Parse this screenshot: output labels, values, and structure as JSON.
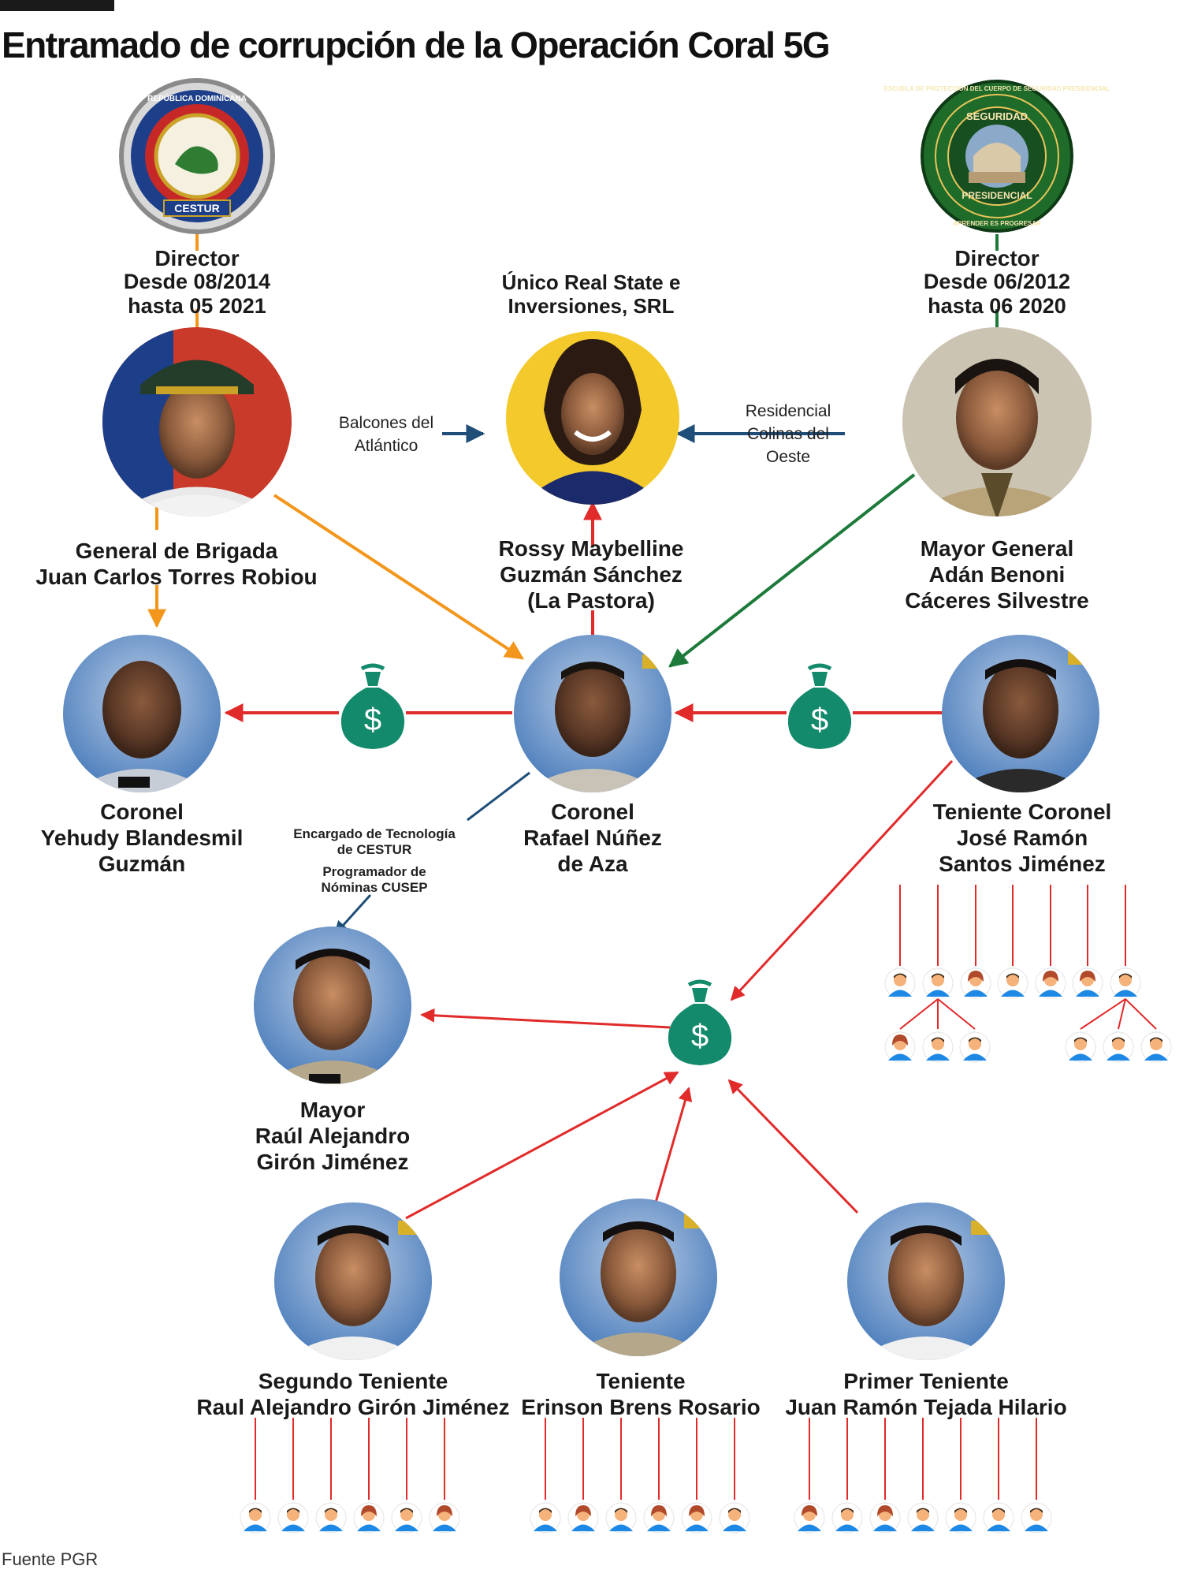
{
  "title": "Entramado de corrupción de la Operación Coral 5G",
  "source": "Fuente PGR",
  "colors": {
    "orange": "#f3961c",
    "red": "#e12a2a",
    "blue": "#1f4e79",
    "green": "#1d7a3a",
    "money": "#138a6c"
  },
  "icons": [
    "cestur-seal-icon",
    "seguridad-presidencial-seal-icon",
    "money-bag-icon",
    "person-icon"
  ],
  "logos": {
    "cestur": {
      "ring_top": "REPÚBLICA DOMINICANA",
      "banner": "CESTUR"
    },
    "seguridad": {
      "ring": "ESCUELA DE PROTECCIÓN DEL CUERPO DE SEGURIDAD PRESIDENCIAL",
      "arc_top": "SEGURIDAD",
      "arc_bottom": "PRESIDENCIAL",
      "motto": "APRENDER ES PROGRESAR"
    }
  },
  "directors": {
    "left": {
      "role": "Director",
      "from": "Desde 08/2014",
      "to": "hasta 05 2021"
    },
    "right": {
      "role": "Director",
      "from": "Desde 06/2012",
      "to": "hasta 06 2020"
    }
  },
  "company": {
    "line1": "Único Real State e",
    "line2": "Inversiones, SRL"
  },
  "links": {
    "left_property": {
      "line1": "Balcones del",
      "line2": "Atlántico"
    },
    "right_property": {
      "line1": "Residencial",
      "line2": "Colinas del",
      "line3": "Oeste"
    },
    "role_tech": {
      "line1": "Encargado de Tecnología",
      "line2": "de CESTUR",
      "line3": "Programador de",
      "line4": "Nóminas CUSEP"
    }
  },
  "people": {
    "torres": {
      "line1": "General de Brigada",
      "line2": "Juan Carlos Torres Robiou"
    },
    "rossy": {
      "line1": "Rossy Maybelline",
      "line2": "Guzmán Sánchez",
      "line3": "(La Pastora)"
    },
    "caceres": {
      "line1": "Mayor General",
      "line2": "Adán Benoni",
      "line3": "Cáceres Silvestre"
    },
    "blandesmil": {
      "line1": "Coronel",
      "line2": "Yehudy Blandesmil",
      "line3": "Guzmán"
    },
    "nunez": {
      "line1": "Coronel",
      "line2": "Rafael Núñez",
      "line3": "de Aza"
    },
    "santos": {
      "line1": "Teniente Coronel",
      "line2": "José Ramón",
      "line3": "Santos Jiménez"
    },
    "giron_mayor": {
      "line1": "Mayor",
      "line2": "Raúl Alejandro",
      "line3": "Girón Jiménez"
    },
    "giron_segundo": {
      "line1": "Segundo Teniente",
      "line2": "Raul Alejandro Girón Jiménez"
    },
    "brens": {
      "line1": "Teniente",
      "line2": "Erinson Brens Rosario"
    },
    "tejada": {
      "line1": "Primer Teniente",
      "line2": "Juan Ramón Tejada Hilario"
    }
  },
  "money_symbol": "$"
}
